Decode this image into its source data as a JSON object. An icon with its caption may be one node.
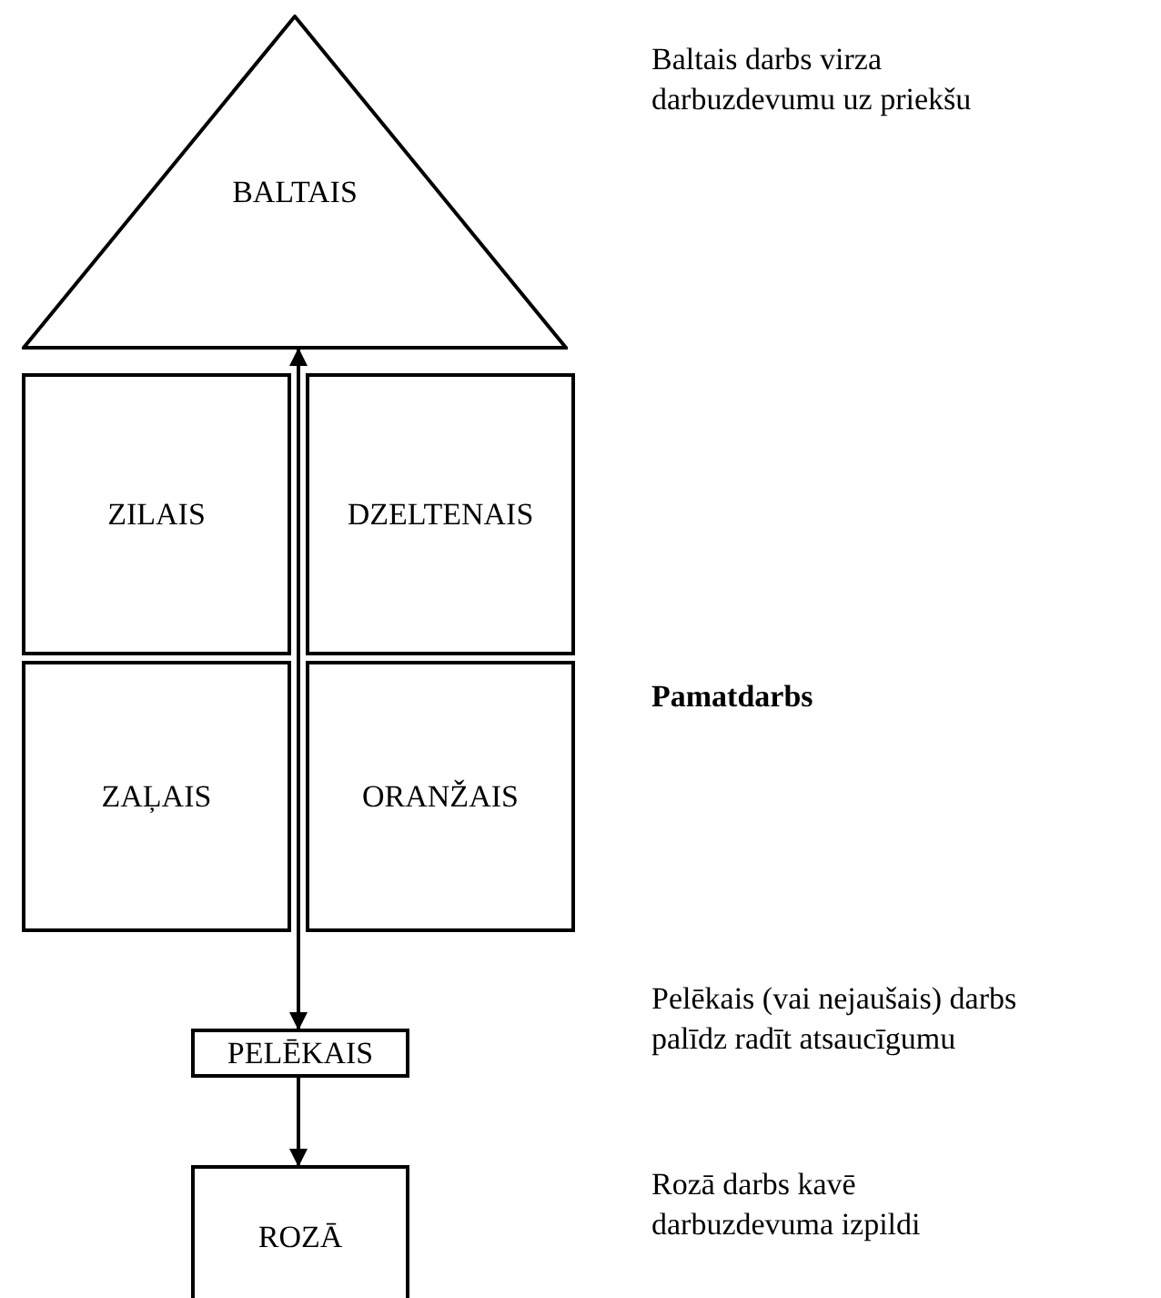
{
  "diagram": {
    "nodes": [
      {
        "text": [
          "BALTAIS"
        ],
        "beside": [
          "Baltais darbs virza darbuzdevumu uz priekšu"
        ]
      },
      {
        "text": [
          "ZILAIS"
        ]
      },
      {
        "text": [
          "DZELTENAIS"
        ]
      },
      {
        "text": [
          "ZAĻAIS"
        ]
      },
      {
        "text": [
          "ORANŽAIS"
        ]
      },
      {
        "text": [
          "PELĒKAIS"
        ]
      },
      {
        "text": [
          "ROZĀ"
        ]
      }
    ],
    "edges": [
      {
        "from": 5,
        "to": 0,
        "arrow": "both"
      },
      {
        "from": 5,
        "to": 6,
        "arrow": "to"
      }
    ],
    "labels": [
      "Pamatdarbs",
      "Pelēkais (vai nejaušais) darbs palīdz radīt atsaucīgumu",
      "Rozā darbs kavē darbuzdevuma izpildi"
    ]
  }
}
